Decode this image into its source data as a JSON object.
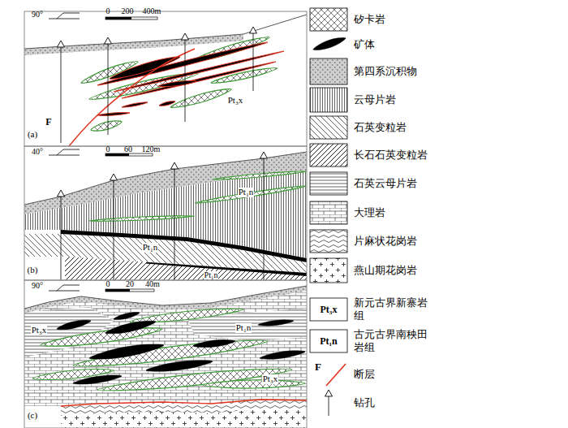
{
  "diagram": {
    "labels": [
      "90°",
      "0",
      "200",
      "400m",
      "F",
      "Pt₃x",
      "(a)",
      "40°",
      "0",
      "60",
      "120m",
      "Pt₁n",
      "Pt₁n",
      "Pt₁n",
      "(b)",
      "90°",
      "0",
      "20",
      "40m",
      "Pt₃x",
      "Pt₁n",
      "Pt₃x",
      "(c)",
      "Pt₃x",
      "Pt₁n",
      "F"
    ],
    "legend": [
      {
        "text": "矽卡岩"
      },
      {
        "text": "矿体"
      },
      {
        "text": "第四系沉积物"
      },
      {
        "text": "云母片岩"
      },
      {
        "text": "石英变粒岩"
      },
      {
        "text": "长石石英变粒岩"
      },
      {
        "text": "石英云母片岩"
      },
      {
        "text": "大理岩"
      },
      {
        "text": "片麻状花岗岩"
      },
      {
        "text": "燕山期花岗岩"
      },
      {
        "text": "新元古界新寨岩组"
      },
      {
        "text": "古元古界南秧田岩组"
      },
      {
        "text": "断层"
      },
      {
        "text": "钻孔"
      }
    ]
  }
}
